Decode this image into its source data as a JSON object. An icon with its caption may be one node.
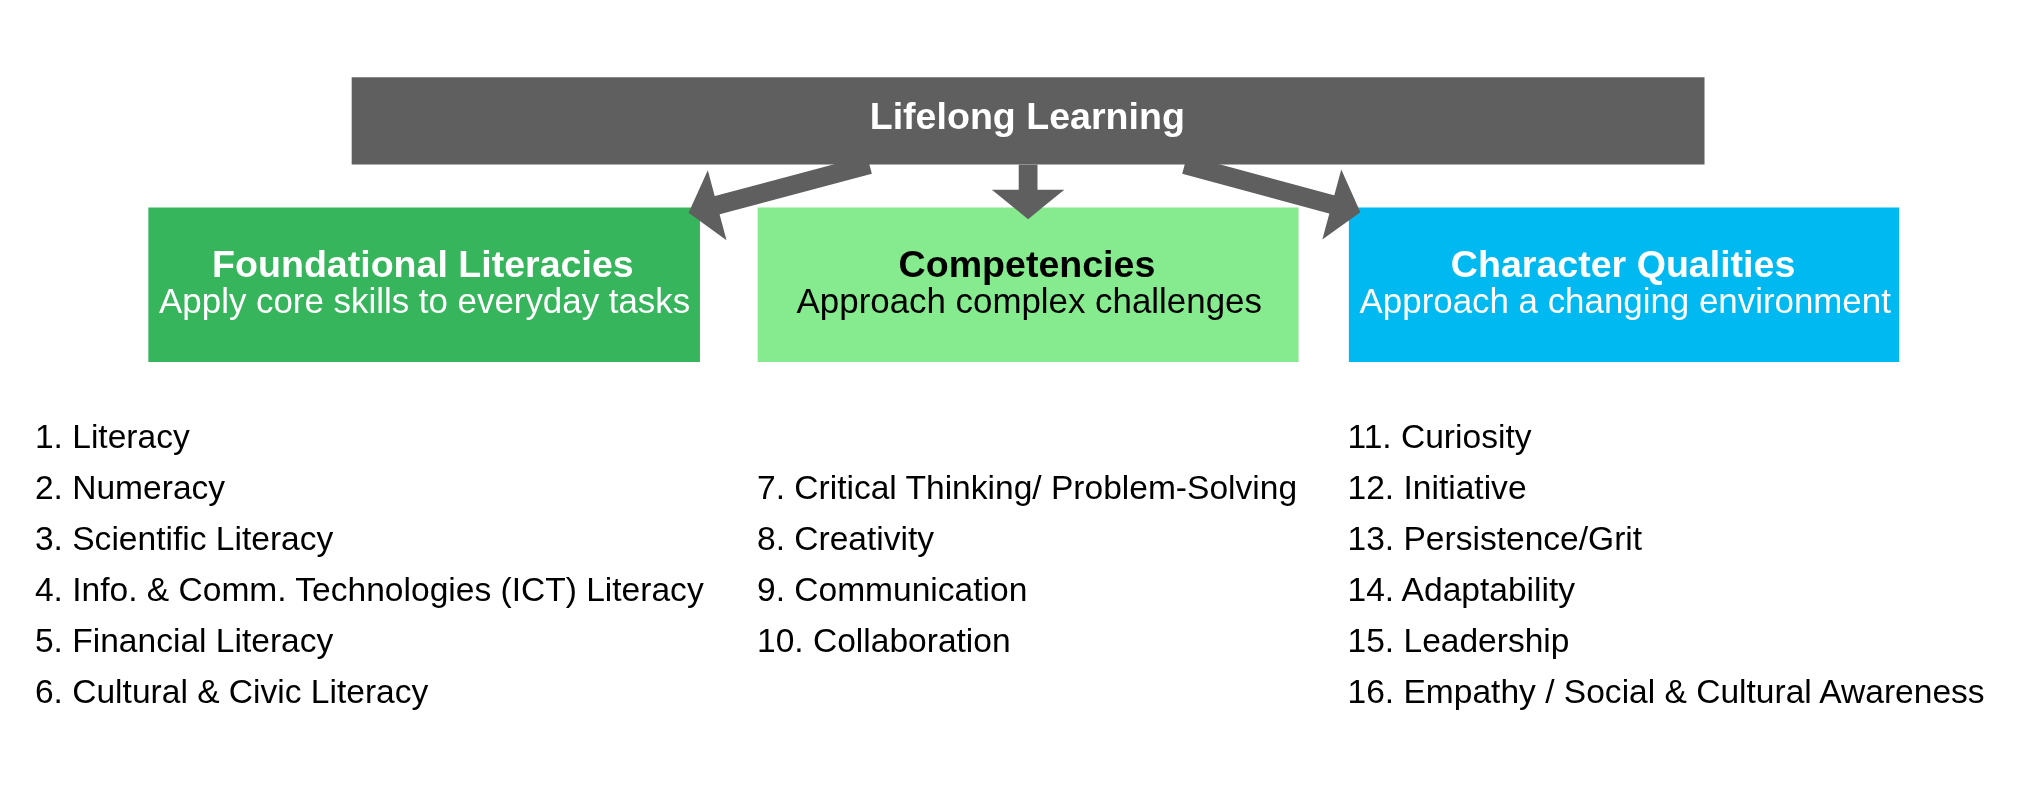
{
  "diagram": {
    "nodes": [
      {
        "text": [
          "Lifelong Learning"
        ]
      },
      {
        "text": [
          "Foundational Literacies",
          "Apply core skills to everyday tasks"
        ],
        "beside": [
          "1. Literacy",
          "2. Numeracy",
          "3. Scientific Literacy",
          "4. Info. & Comm. Technologies (ICT) Literacy",
          "5. Financial Literacy",
          "6. Cultural & Civic Literacy"
        ]
      },
      {
        "text": [
          "Competencies",
          "Approach complex challenges"
        ],
        "beside": [
          "7. Critical Thinking/ Problem-Solving",
          "8. Creativity",
          "9. Communication",
          "10. Collaboration"
        ]
      },
      {
        "text": [
          "Character Qualities",
          "Approach a changing environment"
        ],
        "beside": [
          "11. Curiosity",
          "12. Initiative",
          "13. Persistence/Grit",
          "14. Adaptability",
          "15. Leadership",
          "16. Empathy / Social & Cultural Awareness"
        ]
      }
    ],
    "edges": [
      {
        "from": 0,
        "to": 1,
        "arrow": "to"
      },
      {
        "from": 0,
        "to": 2,
        "arrow": "to"
      },
      {
        "from": 0,
        "to": 3,
        "arrow": "to"
      }
    ]
  }
}
